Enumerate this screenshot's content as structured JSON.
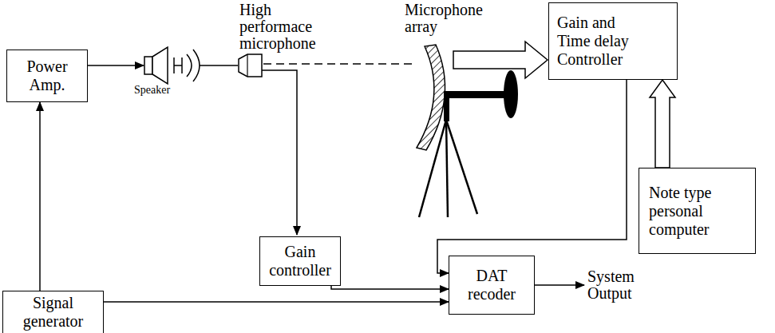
{
  "diagram": {
    "nodes": [
      {
        "text": [
          "Power Amp."
        ]
      },
      {
        "text": [
          "Signal generator"
        ]
      },
      {
        "text": [
          "Gain controller"
        ]
      },
      {
        "text": [
          "DAT recoder"
        ]
      },
      {
        "text": [
          "Gain and Time delay Controller"
        ]
      },
      {
        "text": [
          "Note type personal computer"
        ]
      }
    ],
    "edges": [
      {
        "from": 1,
        "to": 0,
        "arrow": "to"
      },
      {
        "from": 1,
        "to": 3,
        "arrow": "to"
      },
      {
        "from": 2,
        "to": 3,
        "arrow": "to"
      },
      {
        "from": 4,
        "to": 3,
        "arrow": "to"
      },
      {
        "from": 5,
        "to": 4,
        "arrow": "to"
      }
    ],
    "labels": [
      "Speaker",
      "High performace microphone",
      "Microphone array",
      "System Output"
    ]
  }
}
